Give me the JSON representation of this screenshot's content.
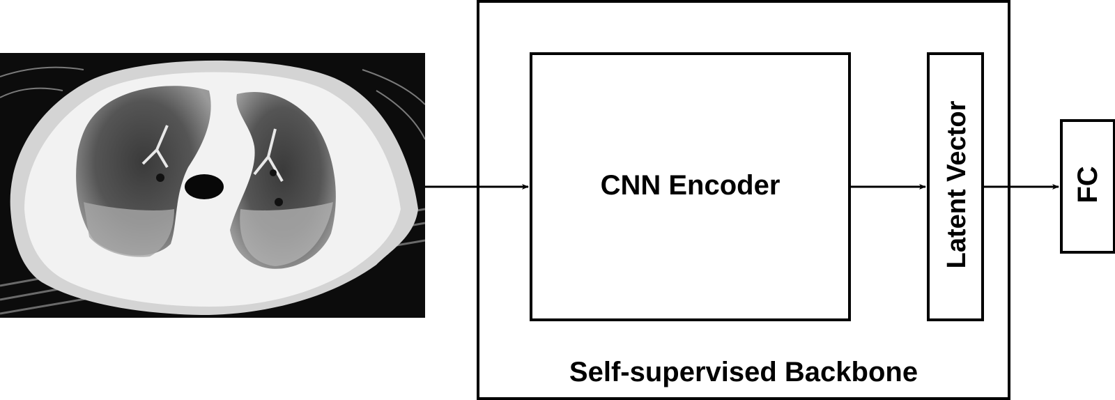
{
  "diagram": {
    "input_image_name": "chest CT scan slice",
    "encoder_label": "CNN Encoder",
    "latent_label": "Latent Vector",
    "fc_label": "FC",
    "backbone_label": "Self-supervised Backbone"
  },
  "colors": {
    "stroke": "#000000",
    "background": "#ffffff"
  }
}
